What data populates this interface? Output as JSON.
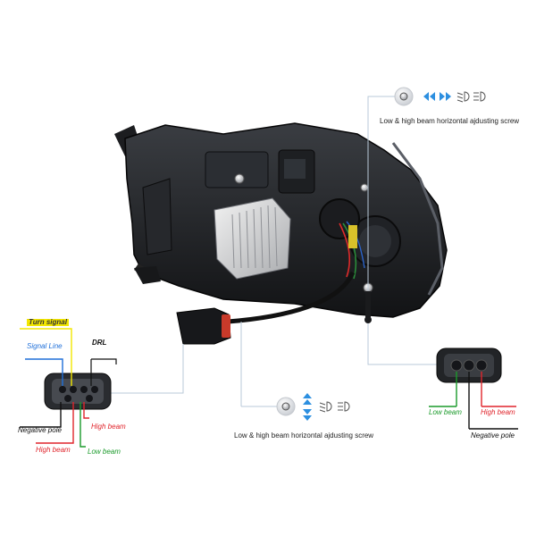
{
  "screw_top": {
    "label": "Low & high beam horizontal ajdusting screw",
    "icon": "adjust-screw-icon",
    "arrows_icon": "horizontal-arrows-icon",
    "bulb_icons": [
      "low-beam-icon",
      "high-beam-icon"
    ]
  },
  "screw_bottom": {
    "label": "Low & high beam horizontal ajdusting screw",
    "icon": "adjust-screw-icon",
    "arrows_icon": "vertical-arrows-icon",
    "bulb_icons": [
      "low-beam-icon",
      "high-beam-icon"
    ]
  },
  "left_connector": {
    "turn_signal": "Turn signal",
    "signal_line": "Signal Line",
    "drl": "DRL",
    "negative_pole": "Negative pole",
    "high_beam_right": "High beam",
    "high_beam_bottom": "High beam",
    "low_beam": "Low beam"
  },
  "right_connector": {
    "low_beam": "Low beam",
    "high_beam": "High beam",
    "negative_pole": "Negative pole"
  },
  "colors": {
    "turn_signal": "#f2e600",
    "signal_line": "#1e6fd9",
    "negative": "#111111",
    "high_beam": "#e0242b",
    "low_beam": "#1a9a2a",
    "accent_arrow": "#2c8fe0",
    "leader_line": "#b9c9d8"
  }
}
